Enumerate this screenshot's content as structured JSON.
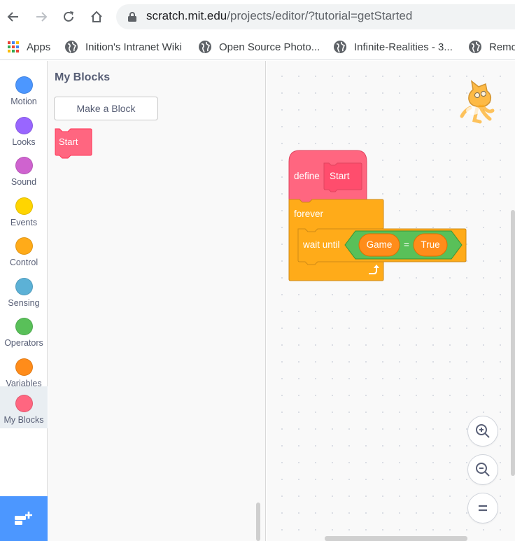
{
  "browser": {
    "url_host": "scratch.mit.edu",
    "url_path": "/projects/editor/?tutorial=getStarted",
    "bookmarks": [
      {
        "label": "Apps",
        "icon": "apps-grid-icon"
      },
      {
        "label": "Inition's Intranet Wiki",
        "icon": "globe-icon"
      },
      {
        "label": "Open Source Photo...",
        "icon": "globe-icon"
      },
      {
        "label": "Infinite-Realities - 3...",
        "icon": "globe-icon"
      },
      {
        "label": "Remo",
        "icon": "globe-icon"
      }
    ]
  },
  "categories": [
    {
      "label": "Motion",
      "color": "#4c97ff"
    },
    {
      "label": "Looks",
      "color": "#9966ff"
    },
    {
      "label": "Sound",
      "color": "#cf63cf"
    },
    {
      "label": "Events",
      "color": "#ffd500"
    },
    {
      "label": "Control",
      "color": "#ffab19"
    },
    {
      "label": "Sensing",
      "color": "#5cb1d6"
    },
    {
      "label": "Operators",
      "color": "#59c059"
    },
    {
      "label": "Variables",
      "color": "#ff8c1a"
    },
    {
      "label": "My Blocks",
      "color": "#ff6680"
    }
  ],
  "selected_category": "My Blocks",
  "flyout": {
    "title": "My Blocks",
    "make_block_label": "Make a Block",
    "start_block_label": "Start"
  },
  "script": {
    "define_label": "define",
    "define_name": "Start",
    "forever_label": "forever",
    "wait_until_label": "wait until",
    "left_operand": "Game",
    "operator": "=",
    "right_operand": "True"
  },
  "colors": {
    "my_blocks": "#ff6680",
    "control": "#ffab19",
    "operators": "#59c059",
    "variables": "#ff8c1a",
    "extension": "#4c97ff"
  }
}
